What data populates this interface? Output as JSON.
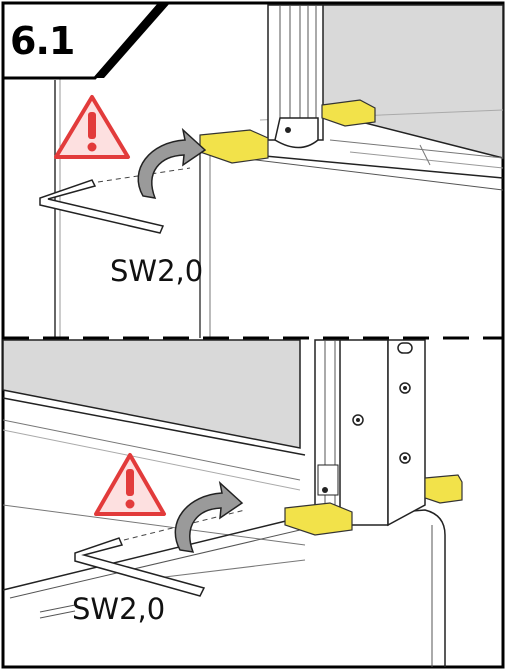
{
  "step": {
    "number": "6.1"
  },
  "panels": [
    {
      "id": "top",
      "tool_size_label": "SW2,0",
      "warning_icon": "warning-triangle-icon",
      "rotation_icon": "rotation-arrow-icon",
      "tool_icon": "hex-key-icon"
    },
    {
      "id": "bottom",
      "tool_size_label": "SW2,0",
      "warning_icon": "warning-triangle-icon",
      "rotation_icon": "rotation-arrow-icon",
      "tool_icon": "hex-key-icon"
    }
  ],
  "colors": {
    "warning_fill": "#e23b3b",
    "shim_fill": "#f2e24a",
    "glass_fill": "#d9d9d9",
    "arrow_fill": "#9a9a9a",
    "outline": "#000000"
  }
}
